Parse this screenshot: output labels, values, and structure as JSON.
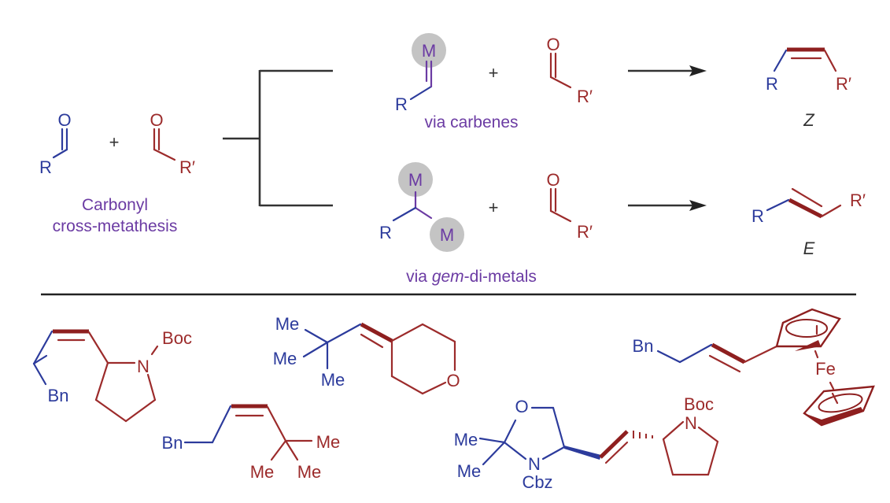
{
  "colors": {
    "fragment_r": "#2c3b9c",
    "fragment_r_prime": "#9c2b2b",
    "annotation": "#6b3ba3",
    "metal_highlight": "#c4c4c4",
    "arrows": "#333333"
  },
  "scheme": {
    "left": {
      "aldehyde1": {
        "oxygen": "O",
        "substituent": "R"
      },
      "plus": "+",
      "aldehyde2": {
        "oxygen": "O",
        "substituent": "R′"
      },
      "caption_line1": "Carbonyl",
      "caption_line2": "cross-metathesis"
    },
    "top_route": {
      "carbene": {
        "metal": "M",
        "substituent": "R"
      },
      "plus": "+",
      "aldehyde": {
        "oxygen": "O",
        "substituent": "R′"
      },
      "caption": "via carbenes",
      "product": {
        "left": "R",
        "right": "R′",
        "geometry": "Z"
      }
    },
    "bottom_route": {
      "gem_dimetal": {
        "metal_top": "M",
        "metal_bottom": "M",
        "substituent": "R"
      },
      "plus": "+",
      "aldehyde": {
        "oxygen": "O",
        "substituent": "R′"
      },
      "caption_prefix": "via ",
      "caption_italic": "gem",
      "caption_suffix": "-di-metals",
      "product": {
        "left": "R",
        "right": "R′",
        "geometry": "E"
      }
    }
  },
  "examples": [
    {
      "name": "z-alkene-boc-pyrrolidine",
      "labels": {
        "protecting_group": "Boc",
        "nitrogen": "N",
        "benzyl": "Bn"
      }
    },
    {
      "name": "trisubstituted-alkene-tetrahydropyran",
      "labels": {
        "me1": "Me",
        "me2": "Me",
        "me3": "Me",
        "oxygen": "O"
      }
    },
    {
      "name": "z-alkene-tert-butyl",
      "labels": {
        "benzyl": "Bn",
        "me1": "Me",
        "me2": "Me",
        "me3": "Me"
      }
    },
    {
      "name": "oxazolidine-pyrrolidine-alkene",
      "labels": {
        "me1": "Me",
        "me2": "Me",
        "oxygen": "O",
        "nitrogen": "N",
        "cbz": "Cbz",
        "n2": "N",
        "boc": "Boc"
      }
    },
    {
      "name": "e-alkene-ferrocene",
      "labels": {
        "benzyl": "Bn",
        "iron": "Fe"
      }
    }
  ]
}
